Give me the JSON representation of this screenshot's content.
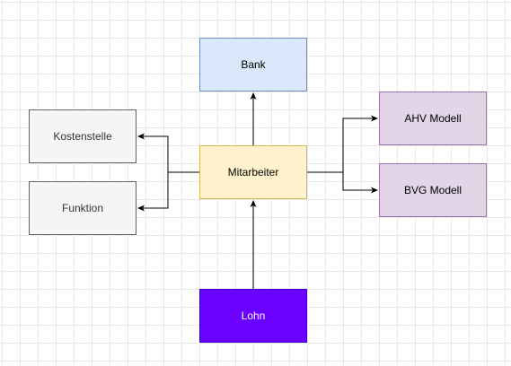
{
  "nodes": {
    "bank": {
      "label": "Bank",
      "fill": "#dae8fc",
      "stroke": "#6c8ebf",
      "text_color": "#000000"
    },
    "mitarbeiter": {
      "label": "Mitarbeiter",
      "fill": "#fff2cc",
      "stroke": "#d6b656",
      "text_color": "#000000"
    },
    "kostenstelle": {
      "label": "Kostenstelle",
      "fill": "#f5f5f5",
      "stroke": "#666666",
      "text_color": "#333333"
    },
    "funktion": {
      "label": "Funktion",
      "fill": "#f5f5f5",
      "stroke": "#666666",
      "text_color": "#333333"
    },
    "ahv": {
      "label": "AHV Modell",
      "fill": "#e1d5e7",
      "stroke": "#9673a6",
      "text_color": "#000000"
    },
    "bvg": {
      "label": "BVG Modell",
      "fill": "#e1d5e7",
      "stroke": "#9673a6",
      "text_color": "#000000"
    },
    "lohn": {
      "label": "Lohn",
      "fill": "#6a00ff",
      "stroke": "#3700cc",
      "text_color": "#ffffff"
    }
  },
  "edges": [
    {
      "from": "mitarbeiter",
      "to": "bank"
    },
    {
      "from": "mitarbeiter",
      "to": "kostenstelle"
    },
    {
      "from": "mitarbeiter",
      "to": "funktion"
    },
    {
      "from": "mitarbeiter",
      "to": "ahv"
    },
    {
      "from": "mitarbeiter",
      "to": "bvg"
    },
    {
      "from": "lohn",
      "to": "mitarbeiter"
    }
  ],
  "edge_color": "#000000"
}
